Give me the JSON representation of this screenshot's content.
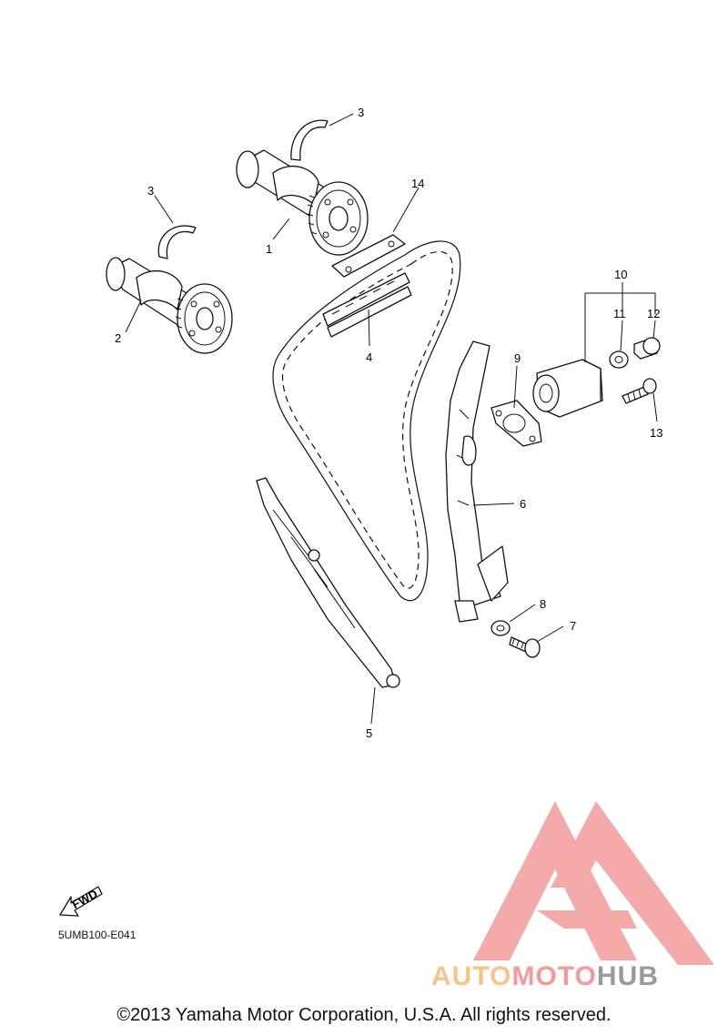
{
  "callouts": {
    "n1": "1",
    "n2": "2",
    "n3a": "3",
    "n3b": "3",
    "n4": "4",
    "n5": "5",
    "n6": "6",
    "n7": "7",
    "n8": "8",
    "n9": "9",
    "n10": "10",
    "n11": "11",
    "n12": "12",
    "n13": "13",
    "n14": "14"
  },
  "fwd_label": "FWD",
  "diagram_code": "5UMB100-E041",
  "copyright": "©2013 Yamaha Motor Corporation, U.S.A. All rights reserved.",
  "watermark": {
    "part1": "AUTO",
    "part2": "MOTO",
    "part3": "HUB"
  },
  "colors": {
    "watermark_red": "#f28e8e",
    "watermark_orange": "#f6c58a",
    "watermark_grey": "#9a9a9a",
    "line": "#111111"
  }
}
